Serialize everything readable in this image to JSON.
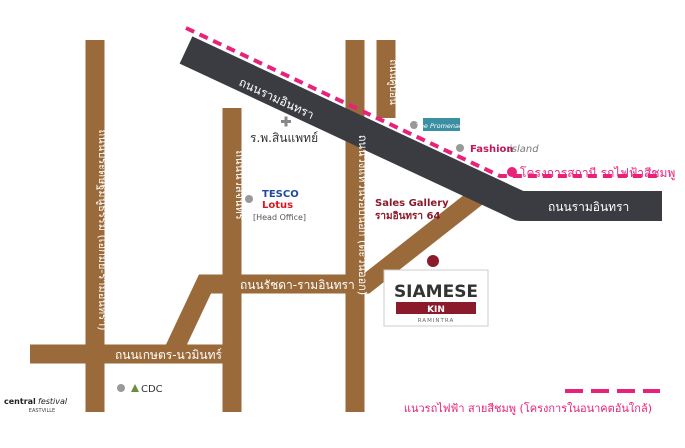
{
  "roads": {
    "ram_intra_upper": "ถนนรามอินทรา",
    "ram_intra_lower": "ถนนรามอินทรา",
    "pradit_manutham": "ถนนประดิษฐ์มนูธรรม (เอกมัย-รามอินทรา)",
    "ratchada_ram_intra": "ถนนรัชดา-รามอินทรา",
    "kaset_nawamin": "ถนนเกษตร-นวมินทร์",
    "nuan_chan": "ถนนนวลจันทร์",
    "outer_ring": "ถนนวงแหวนรอบนอก (ตะวันออก)",
    "khu_bon": "ถนนคู้บอน"
  },
  "landmarks": {
    "hospital": "ร.พ.สินแพทย์",
    "tesco_top": "TESCO",
    "tesco_bottom": "Lotus",
    "tesco_sub": "[Head Office]",
    "promenade": "The Promenade",
    "fashion_island_a": "Fashion",
    "fashion_island_b": "island",
    "central_festival_a": "central",
    "central_festival_b": "festival",
    "central_festival_sub": "EASTVILLE",
    "cdc": "CDC"
  },
  "sales_gallery": {
    "line1": "Sales Gallery",
    "line2": "รามอินทรา 64"
  },
  "project_logo": {
    "line1": "SIAMESE",
    "line2": "KIN",
    "line3": "RAMINTRA"
  },
  "pink_line_station": "โครงการสถานี รถไฟฟ้าสีชมพู",
  "legend": {
    "pink_line_future": "แนวรถไฟฟ้า สายสีชมพู (โครงการในอนาคตอันใกล้)"
  },
  "colors": {
    "minor_road": "#9a6a3a",
    "main_road": "#3a3c42",
    "pink_line": "#e8227a",
    "brand": "#8b1a2b"
  }
}
